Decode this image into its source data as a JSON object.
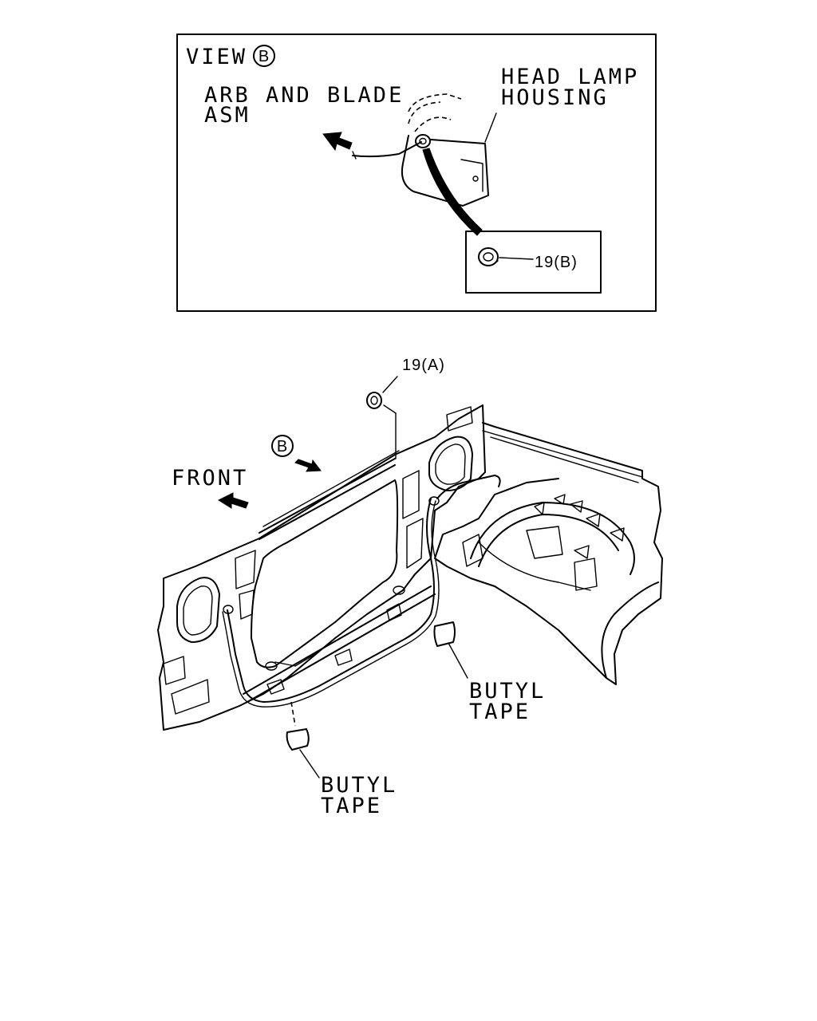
{
  "view_panel": {
    "title": "VIEW",
    "title_marker": "B",
    "arb_label_line1": "ARB AND BLADE",
    "arb_label_line2": "ASM",
    "housing_label_line1": "HEAD LAMP",
    "housing_label_line2": "HOUSING",
    "part_callout": "19(B)"
  },
  "main_view": {
    "part_callout": "19(A)",
    "view_marker": "B",
    "front_label": "FRONT",
    "butyl_right_line1": "BUTYL",
    "butyl_right_line2": "TAPE",
    "butyl_left_line1": "BUTYL",
    "butyl_left_line2": "TAPE"
  },
  "icons": [
    "direction-arrow-icon",
    "grommet-icon",
    "circled-letter-icon"
  ]
}
